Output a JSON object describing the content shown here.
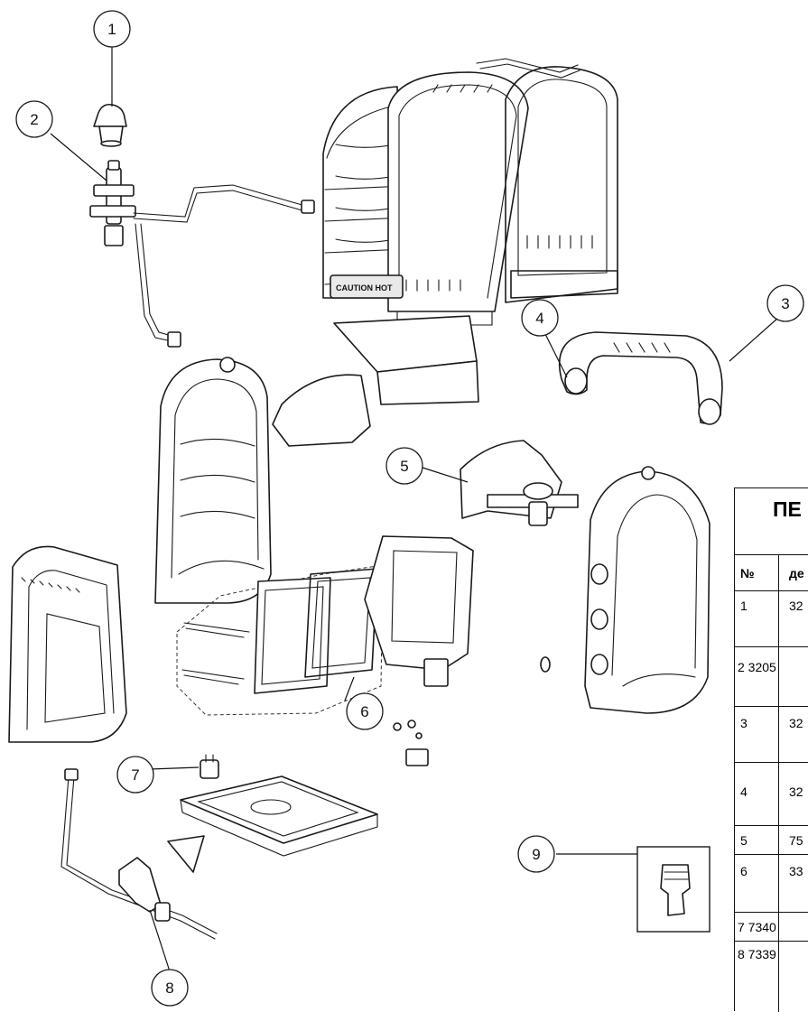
{
  "callouts": [
    "1",
    "2",
    "3",
    "4",
    "5",
    "6",
    "7",
    "8",
    "9"
  ],
  "markings": {
    "heater_front_label": "CAUTION HOT"
  },
  "table": {
    "title": "ПЕ",
    "header": {
      "col1": "№",
      "col2": "де"
    },
    "rows": [
      {
        "num": "1",
        "code": "32"
      },
      {
        "merged": "2 3205"
      },
      {
        "num": "3",
        "code": "32"
      },
      {
        "num": "4",
        "code": "32"
      },
      {
        "num": "5",
        "code": "75"
      },
      {
        "num": "6",
        "code": "33"
      },
      {
        "merged": "7 7340"
      },
      {
        "merged": "8 7339"
      }
    ]
  }
}
